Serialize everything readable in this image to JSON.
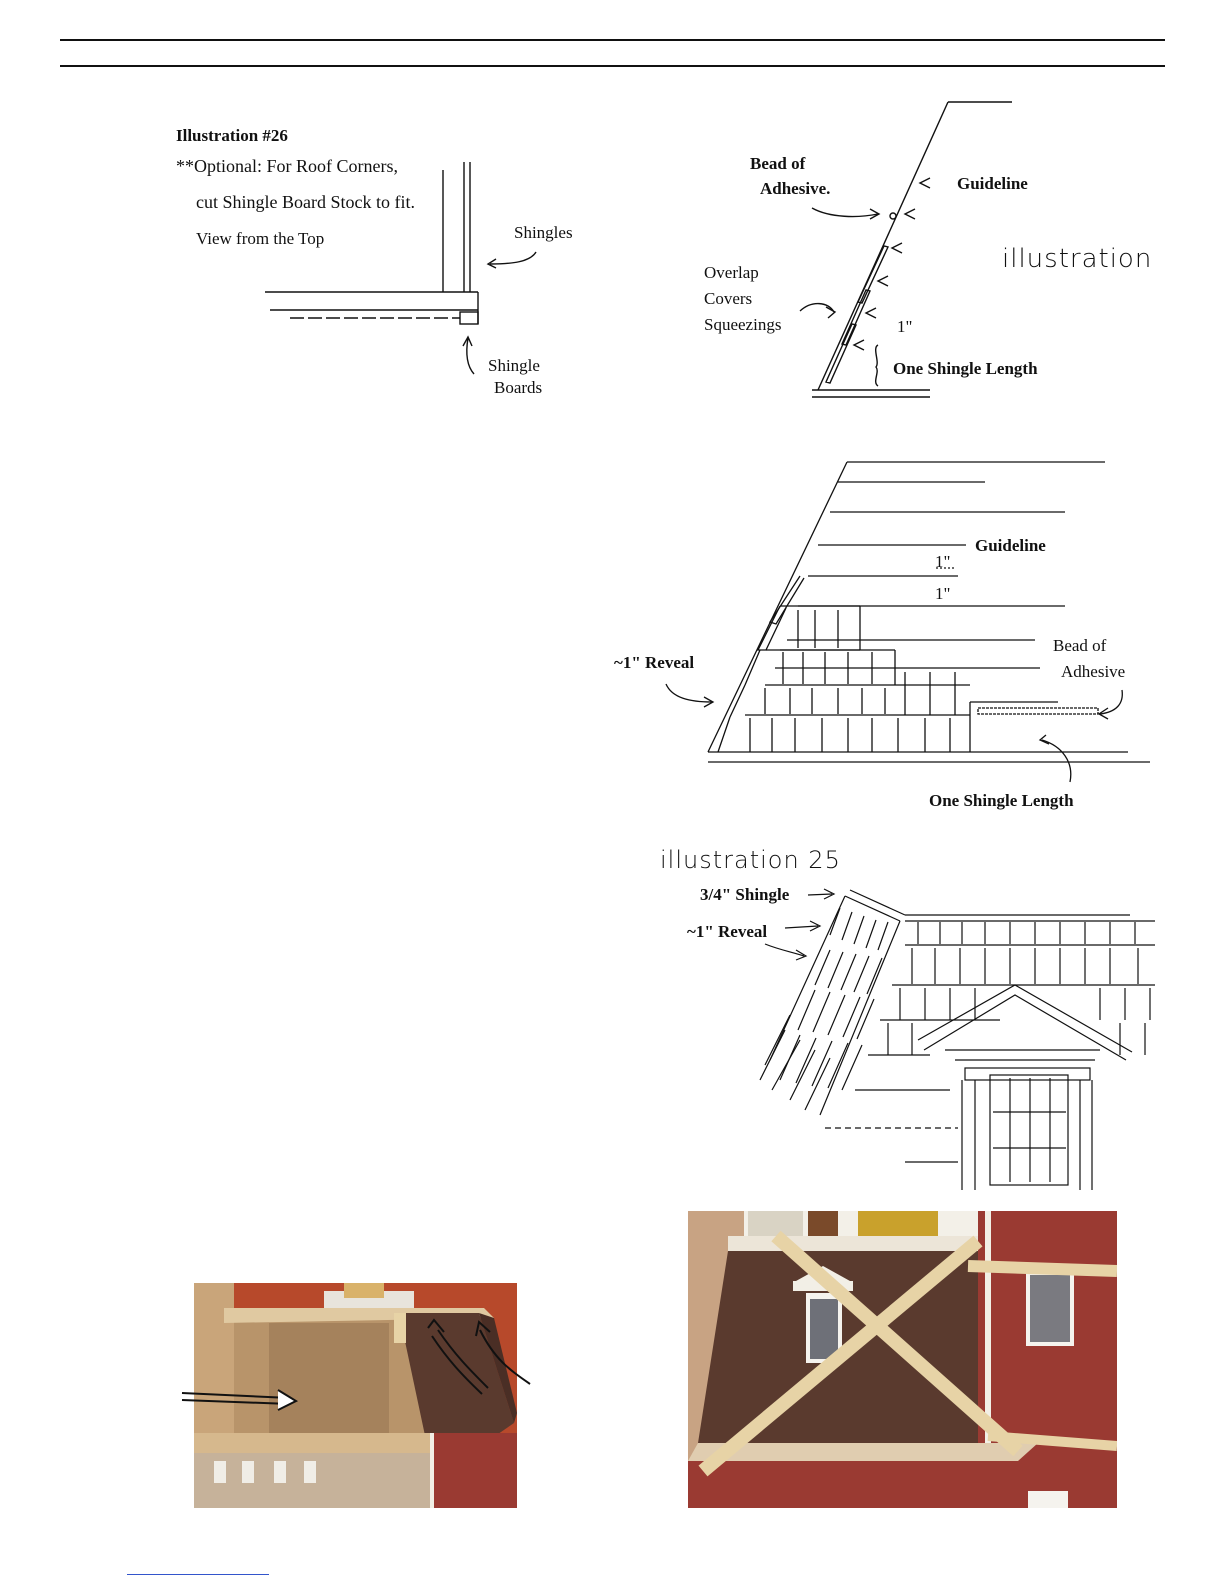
{
  "fig26": {
    "title": "Illustration  #26",
    "line1": "**Optional:  For Roof Corners,",
    "line2": "cut Shingle Board Stock to fit.",
    "line3": "View from the Top",
    "shingles": "Shingles",
    "shingle": "Shingle",
    "boards": "Boards"
  },
  "side": {
    "bead1": "Bead of",
    "bead2": "Adhesive.",
    "guideline": "Guideline",
    "illus": "illustration",
    "overlap": "Overlap",
    "covers": "Covers",
    "squeezings": "Squeezings",
    "inch": "1\"",
    "length": "One Shingle Length"
  },
  "front": {
    "guideline": "Guideline",
    "inch_a": "1\"",
    "inch_b": "1\"",
    "reveal": "~1\" Reveal",
    "bead1": "Bead of",
    "bead2": "Adhesive",
    "length": "One Shingle Length"
  },
  "fig25": {
    "title": "illustration 25",
    "shingle": "3/4\" Shingle",
    "reveal": "~1\" Reveal"
  },
  "colors": {
    "shingle": "#5a3a2e",
    "brick": "#9a3a32",
    "wood": "#d9c4a0",
    "trim": "#f2efe6",
    "tape": "#e7d3a6",
    "wall": "#b84a2c"
  }
}
